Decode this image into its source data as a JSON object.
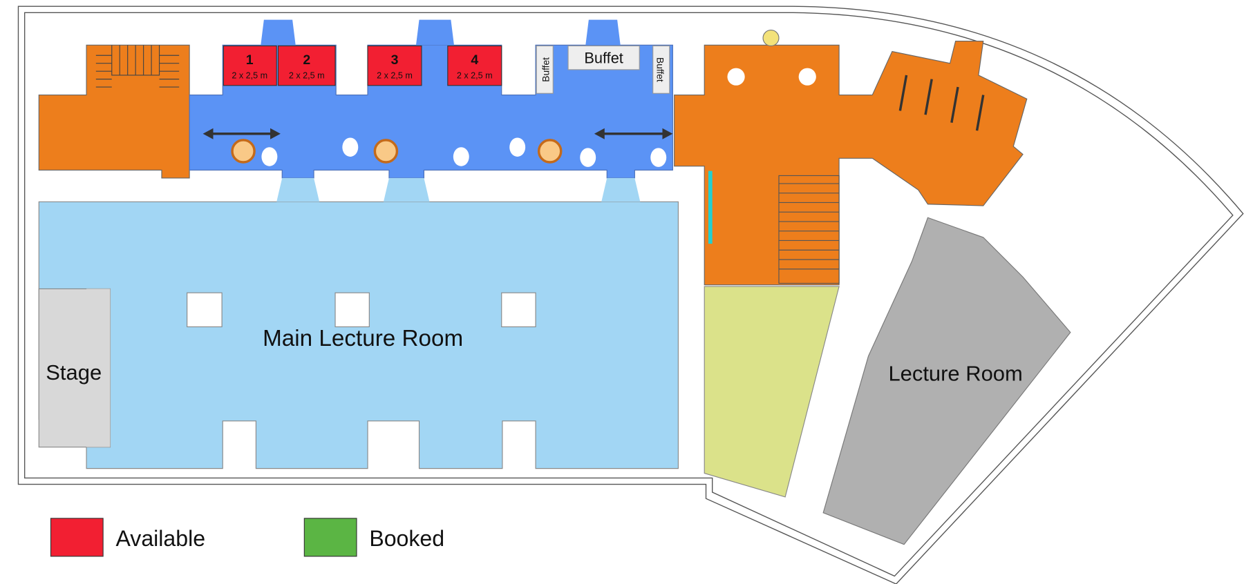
{
  "rooms": {
    "main_lecture_room": "Main Lecture Room",
    "stage": "Stage",
    "lecture_room": "Lecture Room"
  },
  "booths": [
    {
      "number": "1",
      "size": "2 x 2,5 m",
      "status": "Available"
    },
    {
      "number": "2",
      "size": "2 x 2,5 m",
      "status": "Available"
    },
    {
      "number": "3",
      "size": "2 x 2,5 m",
      "status": "Available"
    },
    {
      "number": "4",
      "size": "2 x 2,5 m",
      "status": "Available"
    }
  ],
  "buffets": [
    "Buffet",
    "Buffet",
    "Buffet"
  ],
  "legend": [
    {
      "label": "Available",
      "color": "#f21f32"
    },
    {
      "label": "Booked",
      "color": "#5bb544"
    }
  ],
  "colors": {
    "foyer": "#5b93f5",
    "main_room": "#a2d6f4",
    "orange": "#ed7e1c",
    "green_room": "#dbe28a",
    "gray_room": "#b0b0b0",
    "stage": "#d8d8d8"
  }
}
